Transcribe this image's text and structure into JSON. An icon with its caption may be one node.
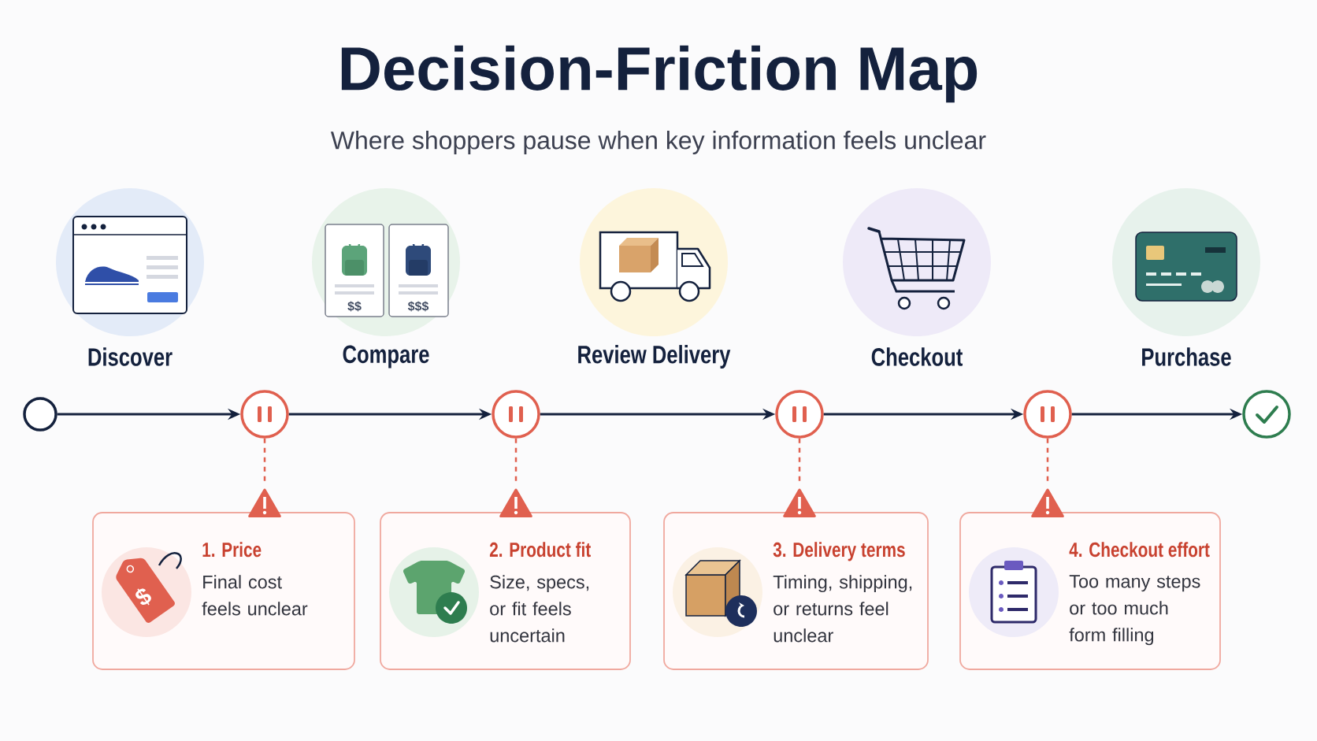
{
  "diagram": {
    "title": "Decision-Friction Map",
    "nodes": [
      {
        "text": [
          "Discover"
        ]
      },
      {
        "text": [
          "Compare"
        ]
      },
      {
        "text": [
          "Review Delivery"
        ]
      },
      {
        "text": [
          "Checkout"
        ]
      },
      {
        "text": [
          "Purchase"
        ]
      },
      {
        "text": [],
        "shape": "circle"
      },
      {
        "text": [],
        "shape": "circle"
      },
      {
        "text": [],
        "shape": "circle"
      },
      {
        "text": [],
        "shape": "circle"
      },
      {
        "text": [],
        "shape": "circle"
      },
      {
        "text": [],
        "shape": "circle"
      },
      {
        "text": [
          "1. Price",
          "Final cost feels unclear"
        ]
      },
      {
        "text": [
          "2. Product fit",
          "Size, specs, or fit feels uncertain"
        ]
      },
      {
        "text": [
          "3. Delivery terms",
          "Timing, shipping, or returns feel unclear"
        ]
      },
      {
        "text": [
          "4. Checkout effort",
          "Too many steps or too much form filling"
        ]
      }
    ],
    "edges": [
      {
        "from": 5,
        "to": 6,
        "arrow": "to"
      },
      {
        "from": 6,
        "to": 7,
        "arrow": "to"
      },
      {
        "from": 7,
        "to": 8,
        "arrow": "to"
      },
      {
        "from": 8,
        "to": 9,
        "arrow": "to"
      },
      {
        "from": 9,
        "to": 10,
        "arrow": "to"
      },
      {
        "from": 6,
        "to": 11,
        "arrow": "none",
        "style": "dashed",
        "color": "#e0604f"
      },
      {
        "from": 7,
        "to": 12,
        "arrow": "none",
        "style": "dashed",
        "color": "#e0604f"
      },
      {
        "from": 8,
        "to": 13,
        "arrow": "none",
        "style": "dashed",
        "color": "#e0604f"
      },
      {
        "from": 9,
        "to": 14,
        "arrow": "none",
        "style": "dashed",
        "color": "#e0604f"
      }
    ],
    "labels": [
      "Where shoppers pause when key information feels unclear",
      "$$",
      "$$$",
      "$"
    ]
  }
}
